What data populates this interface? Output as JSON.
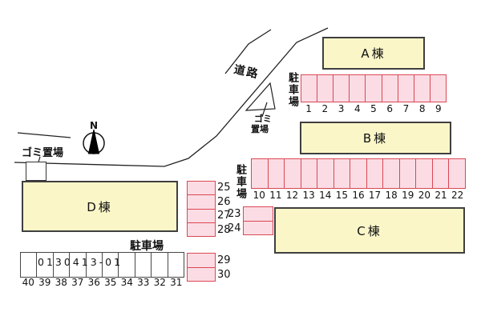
{
  "colors": {
    "building_fill": "#FAF6C8",
    "building_border": "#3F3F3F",
    "parking_fill": "#FBDCE4",
    "parking_border": "#D94853",
    "white_cell_border": "#474747",
    "line": "#222222"
  },
  "compass": {
    "label": "N"
  },
  "road_label": "道路",
  "parking_label": "駐車場",
  "garbage_label": "ゴミ置場",
  "garbage_road": {
    "line1": "ゴミ",
    "line2": "置場"
  },
  "buildings": {
    "a": "A棟",
    "b": "B棟",
    "c": "C棟",
    "d": "D棟"
  },
  "spaces": {
    "row_1_9": [
      "1",
      "2",
      "3",
      "4",
      "5",
      "6",
      "7",
      "8",
      "9"
    ],
    "row_10_22": [
      "10",
      "11",
      "12",
      "13",
      "14",
      "15",
      "16",
      "17",
      "18",
      "19",
      "20",
      "21",
      "22"
    ],
    "col_25_28": [
      "25",
      "26",
      "27",
      "28"
    ],
    "stack_23_24": [
      "23",
      "24"
    ],
    "stack_29_30": [
      "29",
      "30"
    ],
    "row_40_31": [
      "40",
      "39",
      "38",
      "37",
      "36",
      "35",
      "34",
      "33",
      "32",
      "31"
    ],
    "row_40_31_overlay": "0130413-01"
  }
}
